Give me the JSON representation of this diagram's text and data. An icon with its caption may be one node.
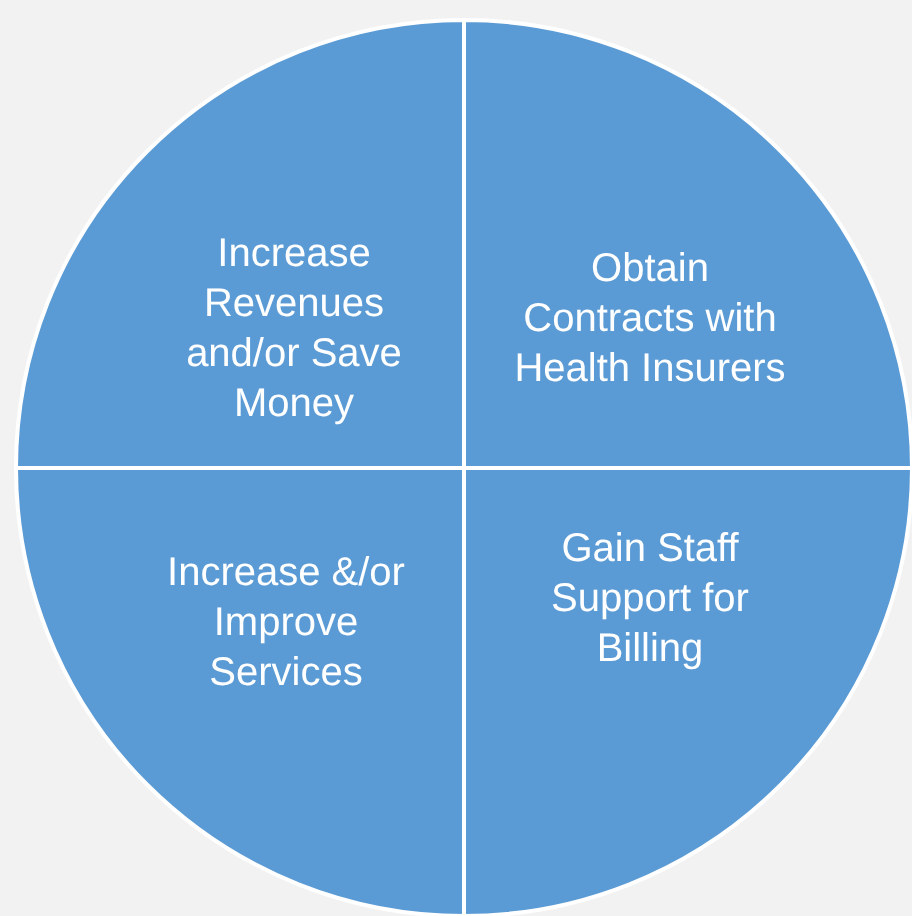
{
  "diagram": {
    "nodes": [
      {
        "text": [
          "Increase Revenues and/or Save Money"
        ]
      },
      {
        "text": [
          "Obtain Contracts with Health Insurers"
        ]
      },
      {
        "text": [
          "Increase &/or Improve Services"
        ]
      },
      {
        "text": [
          "Gain Staff Support for Billing"
        ]
      }
    ]
  }
}
